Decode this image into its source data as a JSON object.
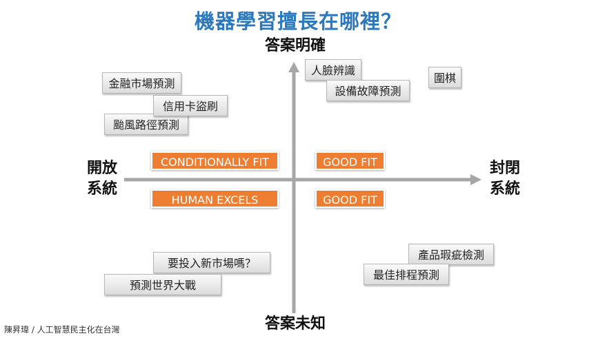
{
  "title": "機器學習擅長在哪裡？",
  "axes": {
    "top": "答案明確",
    "bottom": "答案未知",
    "left": [
      "開放",
      "系統"
    ],
    "right": [
      "封閉",
      "系統"
    ]
  },
  "quadrant_labels": {
    "top_left": "CONDITIONALLY FIT",
    "top_right": "GOOD FIT",
    "bottom_left": "HUMAN EXCELS",
    "bottom_right": "GOOD FIT"
  },
  "items": [
    "金融市場預測",
    "信用卡盜刷",
    "颱風路徑預測",
    "人臉辨識",
    "設備故障預測",
    "圍棋",
    "要投入新市場嗎？",
    "預測世界大戰",
    "產品瑕疵檢測",
    "最佳排程預測"
  ],
  "footer": "陳昇瑋 / 人工智慧民主化在台灣",
  "colors": {
    "title": "#2b78bd",
    "accent": "#ed7d31",
    "axis": "#a6a6a6"
  }
}
